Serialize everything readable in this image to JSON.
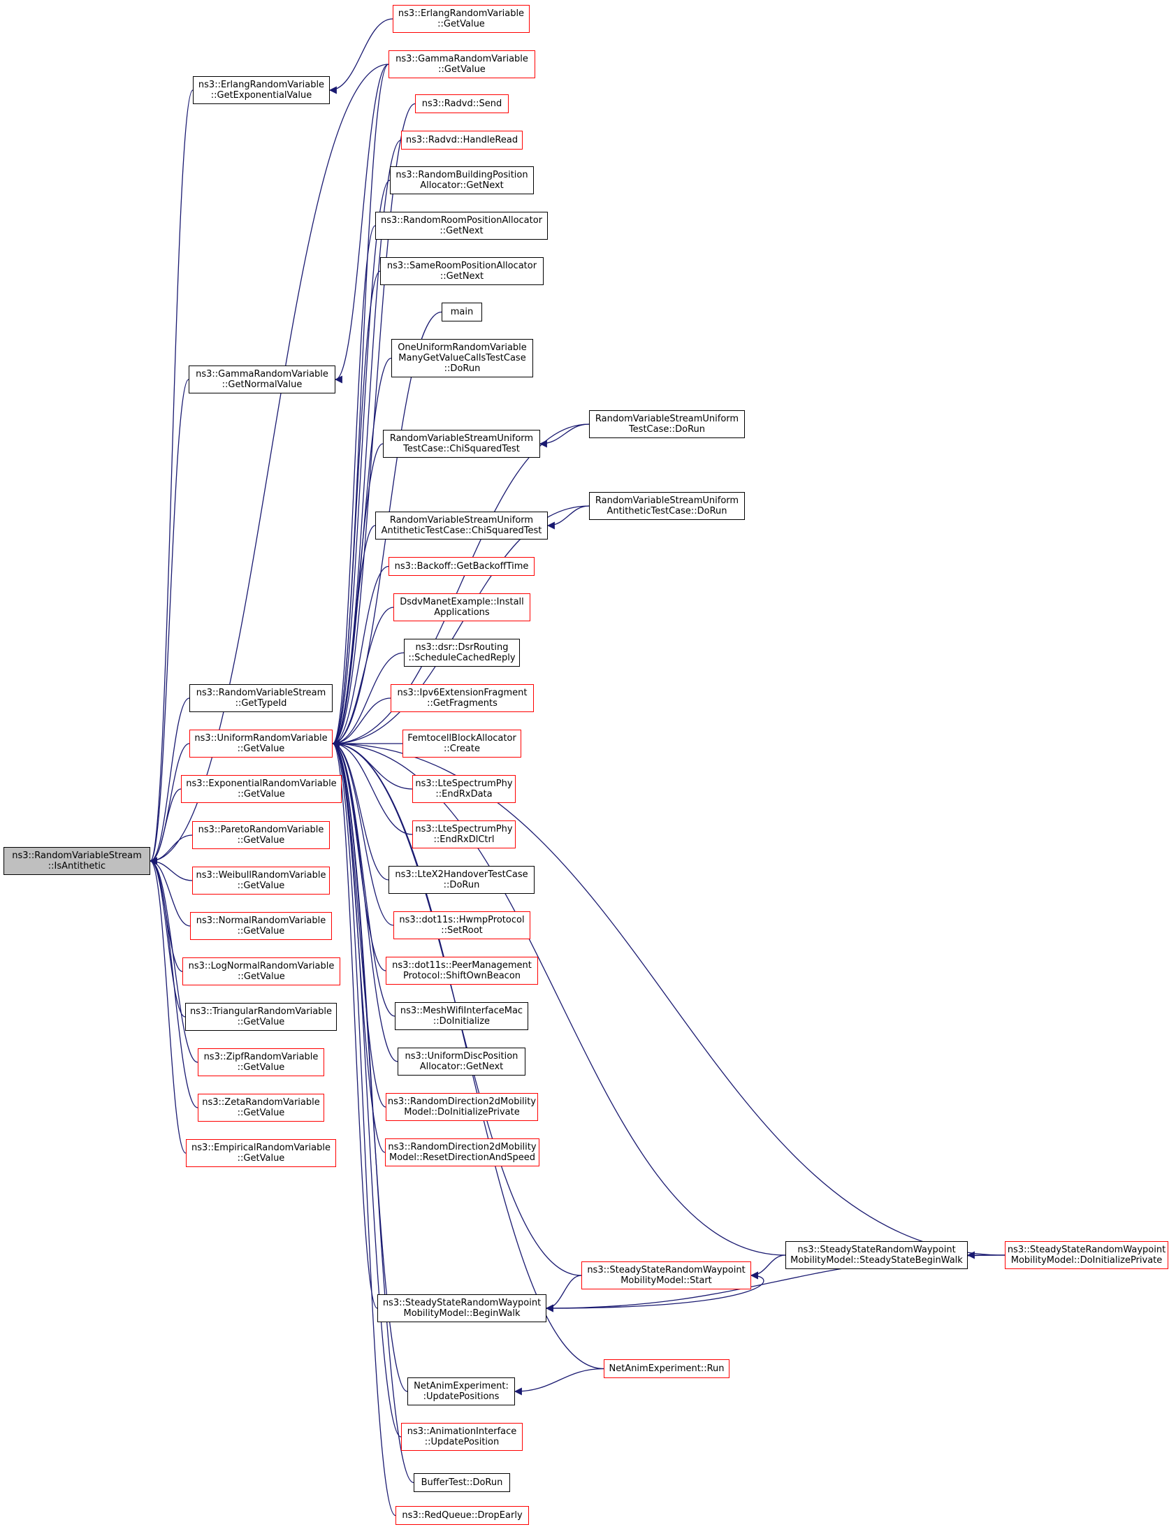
{
  "graph": {
    "root": "n0",
    "edge_color": "#191970",
    "colors": {
      "node_border": "#000000",
      "truncated_border": "#ff0000",
      "root_fill": "#bfbfbf"
    },
    "nodes": [
      {
        "id": "n0",
        "lines": [
          "ns3::RandomVariableStream",
          "::IsAntithetic"
        ],
        "border": "black",
        "root": true
      },
      {
        "id": "n1",
        "lines": [
          "ns3::ErlangRandomVariable",
          "::GetExponentialValue"
        ],
        "border": "black"
      },
      {
        "id": "n2",
        "lines": [
          "ns3::ErlangRandomVariable",
          "::GetValue"
        ],
        "border": "red"
      },
      {
        "id": "n3",
        "lines": [
          "ns3::GammaRandomVariable",
          "::GetValue"
        ],
        "border": "red"
      },
      {
        "id": "n4",
        "lines": [
          "ns3::GammaRandomVariable",
          "::GetNormalValue"
        ],
        "border": "black"
      },
      {
        "id": "n5",
        "lines": [
          "ns3::RandomVariableStream",
          "::GetTypeId"
        ],
        "border": "black"
      },
      {
        "id": "n6",
        "lines": [
          "ns3::UniformRandomVariable",
          "::GetValue"
        ],
        "border": "red"
      },
      {
        "id": "n7",
        "lines": [
          "ns3::ExponentialRandomVariable",
          "::GetValue"
        ],
        "border": "red"
      },
      {
        "id": "n8",
        "lines": [
          "ns3::ParetoRandomVariable",
          "::GetValue"
        ],
        "border": "red"
      },
      {
        "id": "n9",
        "lines": [
          "ns3::WeibullRandomVariable",
          "::GetValue"
        ],
        "border": "red"
      },
      {
        "id": "n10",
        "lines": [
          "ns3::NormalRandomVariable",
          "::GetValue"
        ],
        "border": "red"
      },
      {
        "id": "n11",
        "lines": [
          "ns3::LogNormalRandomVariable",
          "::GetValue"
        ],
        "border": "red"
      },
      {
        "id": "n12",
        "lines": [
          "ns3::TriangularRandomVariable",
          "::GetValue"
        ],
        "border": "black"
      },
      {
        "id": "n13",
        "lines": [
          "ns3::ZipfRandomVariable",
          "::GetValue"
        ],
        "border": "red"
      },
      {
        "id": "n14",
        "lines": [
          "ns3::ZetaRandomVariable",
          "::GetValue"
        ],
        "border": "red"
      },
      {
        "id": "n15",
        "lines": [
          "ns3::EmpiricalRandomVariable",
          "::GetValue"
        ],
        "border": "red"
      },
      {
        "id": "c1",
        "lines": [
          "ns3::Radvd::Send"
        ],
        "border": "red"
      },
      {
        "id": "c2",
        "lines": [
          "ns3::Radvd::HandleRead"
        ],
        "border": "red"
      },
      {
        "id": "c3",
        "lines": [
          "ns3::RandomBuildingPosition",
          "Allocator::GetNext"
        ],
        "border": "black"
      },
      {
        "id": "c4",
        "lines": [
          "ns3::RandomRoomPositionAllocator",
          "::GetNext"
        ],
        "border": "black"
      },
      {
        "id": "c5",
        "lines": [
          "ns3::SameRoomPositionAllocator",
          "::GetNext"
        ],
        "border": "black"
      },
      {
        "id": "c6",
        "lines": [
          "main"
        ],
        "border": "black"
      },
      {
        "id": "c7",
        "lines": [
          "OneUniformRandomVariable",
          "ManyGetValueCallsTestCase",
          "::DoRun"
        ],
        "border": "black"
      },
      {
        "id": "c8",
        "lines": [
          "RandomVariableStreamUniform",
          "TestCase::ChiSquaredTest"
        ],
        "border": "black"
      },
      {
        "id": "c9",
        "lines": [
          "RandomVariableStreamUniform",
          "TestCase::DoRun"
        ],
        "border": "black"
      },
      {
        "id": "c10",
        "lines": [
          "RandomVariableStreamUniform",
          "AntitheticTestCase::ChiSquaredTest"
        ],
        "border": "black"
      },
      {
        "id": "c11",
        "lines": [
          "RandomVariableStreamUniform",
          "AntitheticTestCase::DoRun"
        ],
        "border": "black"
      },
      {
        "id": "c12",
        "lines": [
          "ns3::Backoff::GetBackoffTime"
        ],
        "border": "red"
      },
      {
        "id": "c13",
        "lines": [
          "DsdvManetExample::Install",
          "Applications"
        ],
        "border": "red"
      },
      {
        "id": "c14",
        "lines": [
          "ns3::dsr::DsrRouting",
          "::ScheduleCachedReply"
        ],
        "border": "black"
      },
      {
        "id": "c15",
        "lines": [
          "ns3::Ipv6ExtensionFragment",
          "::GetFragments"
        ],
        "border": "red"
      },
      {
        "id": "c16",
        "lines": [
          "FemtocellBlockAllocator",
          "::Create"
        ],
        "border": "red"
      },
      {
        "id": "c17",
        "lines": [
          "ns3::LteSpectrumPhy",
          "::EndRxData"
        ],
        "border": "red"
      },
      {
        "id": "c18",
        "lines": [
          "ns3::LteSpectrumPhy",
          "::EndRxDlCtrl"
        ],
        "border": "red"
      },
      {
        "id": "c19",
        "lines": [
          "ns3::LteX2HandoverTestCase",
          "::DoRun"
        ],
        "border": "black"
      },
      {
        "id": "c20",
        "lines": [
          "ns3::dot11s::HwmpProtocol",
          "::SetRoot"
        ],
        "border": "red"
      },
      {
        "id": "c21",
        "lines": [
          "ns3::dot11s::PeerManagement",
          "Protocol::ShiftOwnBeacon"
        ],
        "border": "red"
      },
      {
        "id": "c22",
        "lines": [
          "ns3::MeshWifiInterfaceMac",
          "::DoInitialize"
        ],
        "border": "black"
      },
      {
        "id": "c23",
        "lines": [
          "ns3::UniformDiscPosition",
          "Allocator::GetNext"
        ],
        "border": "black"
      },
      {
        "id": "c24",
        "lines": [
          "ns3::RandomDirection2dMobility",
          "Model::DoInitializePrivate"
        ],
        "border": "red"
      },
      {
        "id": "c25",
        "lines": [
          "ns3::RandomDirection2dMobility",
          "Model::ResetDirectionAndSpeed"
        ],
        "border": "red"
      },
      {
        "id": "c26",
        "lines": [
          "ns3::SteadyStateRandomWaypoint",
          "MobilityModel::SteadyStateBeginWalk"
        ],
        "border": "black"
      },
      {
        "id": "c27",
        "lines": [
          "ns3::SteadyStateRandomWaypoint",
          "MobilityModel::DoInitializePrivate"
        ],
        "border": "red"
      },
      {
        "id": "c28",
        "lines": [
          "ns3::SteadyStateRandomWaypoint",
          "MobilityModel::Start"
        ],
        "border": "red"
      },
      {
        "id": "c29",
        "lines": [
          "ns3::SteadyStateRandomWaypoint",
          "MobilityModel::BeginWalk"
        ],
        "border": "black"
      },
      {
        "id": "c30",
        "lines": [
          "NetAnimExperiment::Run"
        ],
        "border": "red"
      },
      {
        "id": "c31",
        "lines": [
          "NetAnimExperiment:",
          ":UpdatePositions"
        ],
        "border": "black"
      },
      {
        "id": "c32",
        "lines": [
          "ns3::AnimationInterface",
          "::UpdatePosition"
        ],
        "border": "red"
      },
      {
        "id": "c33",
        "lines": [
          "BufferTest::DoRun"
        ],
        "border": "black"
      },
      {
        "id": "c34",
        "lines": [
          "ns3::RedQueue::DropEarly"
        ],
        "border": "red"
      }
    ],
    "edges": [
      {
        "from": "n1",
        "to": "n0"
      },
      {
        "from": "n3",
        "to": "n0"
      },
      {
        "from": "n4",
        "to": "n0"
      },
      {
        "from": "n5",
        "to": "n0"
      },
      {
        "from": "n6",
        "to": "n0"
      },
      {
        "from": "n7",
        "to": "n0"
      },
      {
        "from": "n8",
        "to": "n0"
      },
      {
        "from": "n9",
        "to": "n0"
      },
      {
        "from": "n10",
        "to": "n0"
      },
      {
        "from": "n11",
        "to": "n0"
      },
      {
        "from": "n12",
        "to": "n0"
      },
      {
        "from": "n13",
        "to": "n0"
      },
      {
        "from": "n14",
        "to": "n0"
      },
      {
        "from": "n15",
        "to": "n0"
      },
      {
        "from": "n2",
        "to": "n1"
      },
      {
        "from": "n3",
        "to": "n4"
      },
      {
        "from": "n3",
        "to": "n6"
      },
      {
        "from": "c1",
        "to": "n6"
      },
      {
        "from": "c2",
        "to": "n6"
      },
      {
        "from": "c3",
        "to": "n6"
      },
      {
        "from": "c4",
        "to": "n6"
      },
      {
        "from": "c5",
        "to": "n6"
      },
      {
        "from": "c6",
        "to": "n6"
      },
      {
        "from": "c7",
        "to": "n6"
      },
      {
        "from": "c8",
        "to": "n6"
      },
      {
        "from": "c9",
        "to": "n6"
      },
      {
        "from": "c10",
        "to": "n6"
      },
      {
        "from": "c11",
        "to": "n6"
      },
      {
        "from": "c12",
        "to": "n6"
      },
      {
        "from": "c13",
        "to": "n6"
      },
      {
        "from": "c14",
        "to": "n6"
      },
      {
        "from": "c15",
        "to": "n6"
      },
      {
        "from": "c16",
        "to": "n6"
      },
      {
        "from": "c17",
        "to": "n6"
      },
      {
        "from": "c18",
        "to": "n6"
      },
      {
        "from": "c19",
        "to": "n6"
      },
      {
        "from": "c20",
        "to": "n6"
      },
      {
        "from": "c21",
        "to": "n6"
      },
      {
        "from": "c22",
        "to": "n6"
      },
      {
        "from": "c23",
        "to": "n6"
      },
      {
        "from": "c24",
        "to": "n6"
      },
      {
        "from": "c25",
        "to": "n6"
      },
      {
        "from": "c26",
        "to": "n6"
      },
      {
        "from": "c27",
        "to": "n6"
      },
      {
        "from": "c28",
        "to": "n6"
      },
      {
        "from": "c29",
        "to": "n6"
      },
      {
        "from": "c30",
        "to": "n6"
      },
      {
        "from": "c31",
        "to": "n6"
      },
      {
        "from": "c32",
        "to": "n6"
      },
      {
        "from": "c33",
        "to": "n6"
      },
      {
        "from": "c34",
        "to": "n6"
      },
      {
        "from": "c9",
        "to": "c8"
      },
      {
        "from": "c11",
        "to": "c10"
      },
      {
        "from": "c27",
        "to": "c26"
      },
      {
        "from": "c26",
        "to": "c28"
      },
      {
        "from": "c28",
        "to": "c29"
      },
      {
        "from": "c29",
        "to": "c28"
      },
      {
        "from": "c27",
        "to": "c29"
      },
      {
        "from": "c30",
        "to": "c31"
      }
    ]
  }
}
